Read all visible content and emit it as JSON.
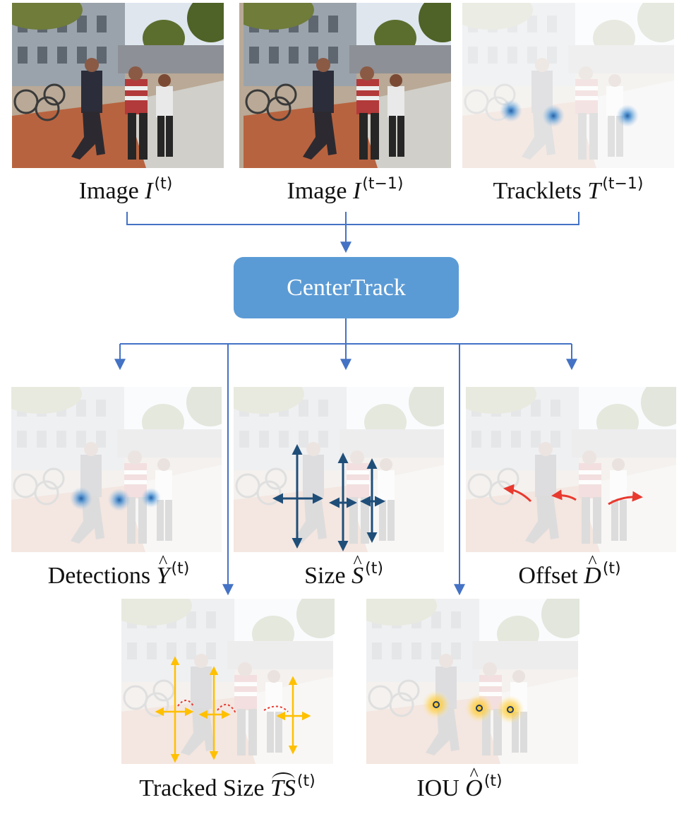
{
  "inputs": [
    {
      "name": "Image",
      "symbol": "I",
      "superscript": "(t)"
    },
    {
      "name": "Image",
      "symbol": "I",
      "superscript": "(t−1)"
    },
    {
      "name": "Tracklets",
      "symbol": "T",
      "superscript": "(t−1)"
    }
  ],
  "model": {
    "label": "CenterTrack",
    "color": "#5b9bd5"
  },
  "outputs": [
    {
      "name": "Detections",
      "symbol": "Y",
      "superscript": "(t)",
      "accent": "heatmap"
    },
    {
      "name": "Size",
      "symbol": "S",
      "superscript": "(t)",
      "accent": "#1f4e79"
    },
    {
      "name": "Offset",
      "symbol": "D",
      "superscript": "(t)",
      "accent": "#e8392f"
    },
    {
      "name": "Tracked Size",
      "symbol": "TS",
      "superscript": "(t)",
      "accent": "#ffc000"
    },
    {
      "name": "IOU",
      "symbol": "O",
      "superscript": "(t)",
      "accent": "#ffc000"
    }
  ],
  "colors": {
    "arrow": "#4472c4",
    "text": "#111111"
  }
}
